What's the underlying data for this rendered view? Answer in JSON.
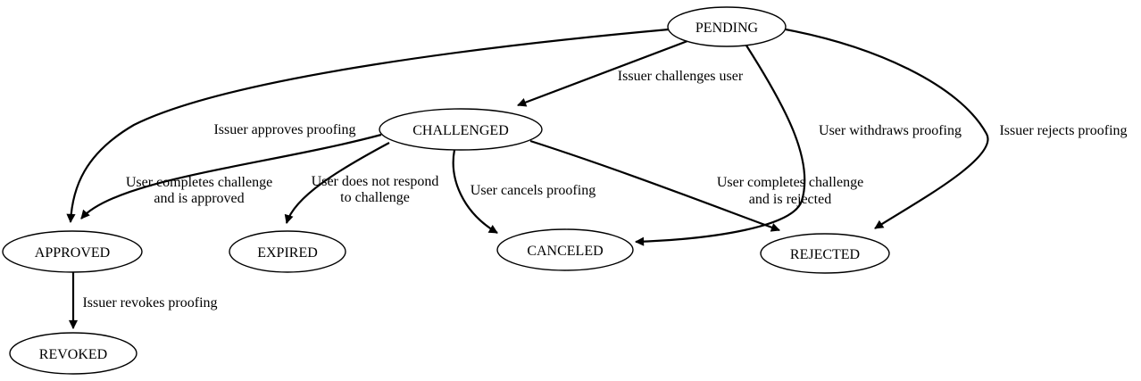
{
  "diagram": {
    "kind": "state-transition-graph",
    "colors": {
      "stroke": "#000000",
      "node_fill": "#ffffff",
      "background": "#ffffff",
      "text": "#000000"
    },
    "nodes": [
      {
        "id": "pending",
        "label": "PENDING"
      },
      {
        "id": "challenged",
        "label": "CHALLENGED"
      },
      {
        "id": "approved",
        "label": "APPROVED"
      },
      {
        "id": "expired",
        "label": "EXPIRED"
      },
      {
        "id": "canceled",
        "label": "CANCELED"
      },
      {
        "id": "rejected",
        "label": "REJECTED"
      },
      {
        "id": "revoked",
        "label": "REVOKED"
      }
    ],
    "edges": [
      {
        "from": "PENDING",
        "to": "CHALLENGED",
        "label": "Issuer challenges user"
      },
      {
        "from": "PENDING",
        "to": "APPROVED",
        "label": "Issuer approves proofing"
      },
      {
        "from": "PENDING",
        "to": "CANCELED",
        "label": "User withdraws proofing"
      },
      {
        "from": "PENDING",
        "to": "REJECTED",
        "label": "Issuer rejects proofing"
      },
      {
        "from": "CHALLENGED",
        "to": "APPROVED",
        "label_lines": [
          "User completes challenge",
          "and is approved"
        ]
      },
      {
        "from": "CHALLENGED",
        "to": "EXPIRED",
        "label_lines": [
          "User does not respond",
          "to challenge"
        ]
      },
      {
        "from": "CHALLENGED",
        "to": "CANCELED",
        "label": "User cancels proofing"
      },
      {
        "from": "CHALLENGED",
        "to": "REJECTED",
        "label_lines": [
          "User completes challenge",
          "and is rejected"
        ]
      },
      {
        "from": "APPROVED",
        "to": "REVOKED",
        "label": "Issuer revokes proofing"
      }
    ]
  }
}
